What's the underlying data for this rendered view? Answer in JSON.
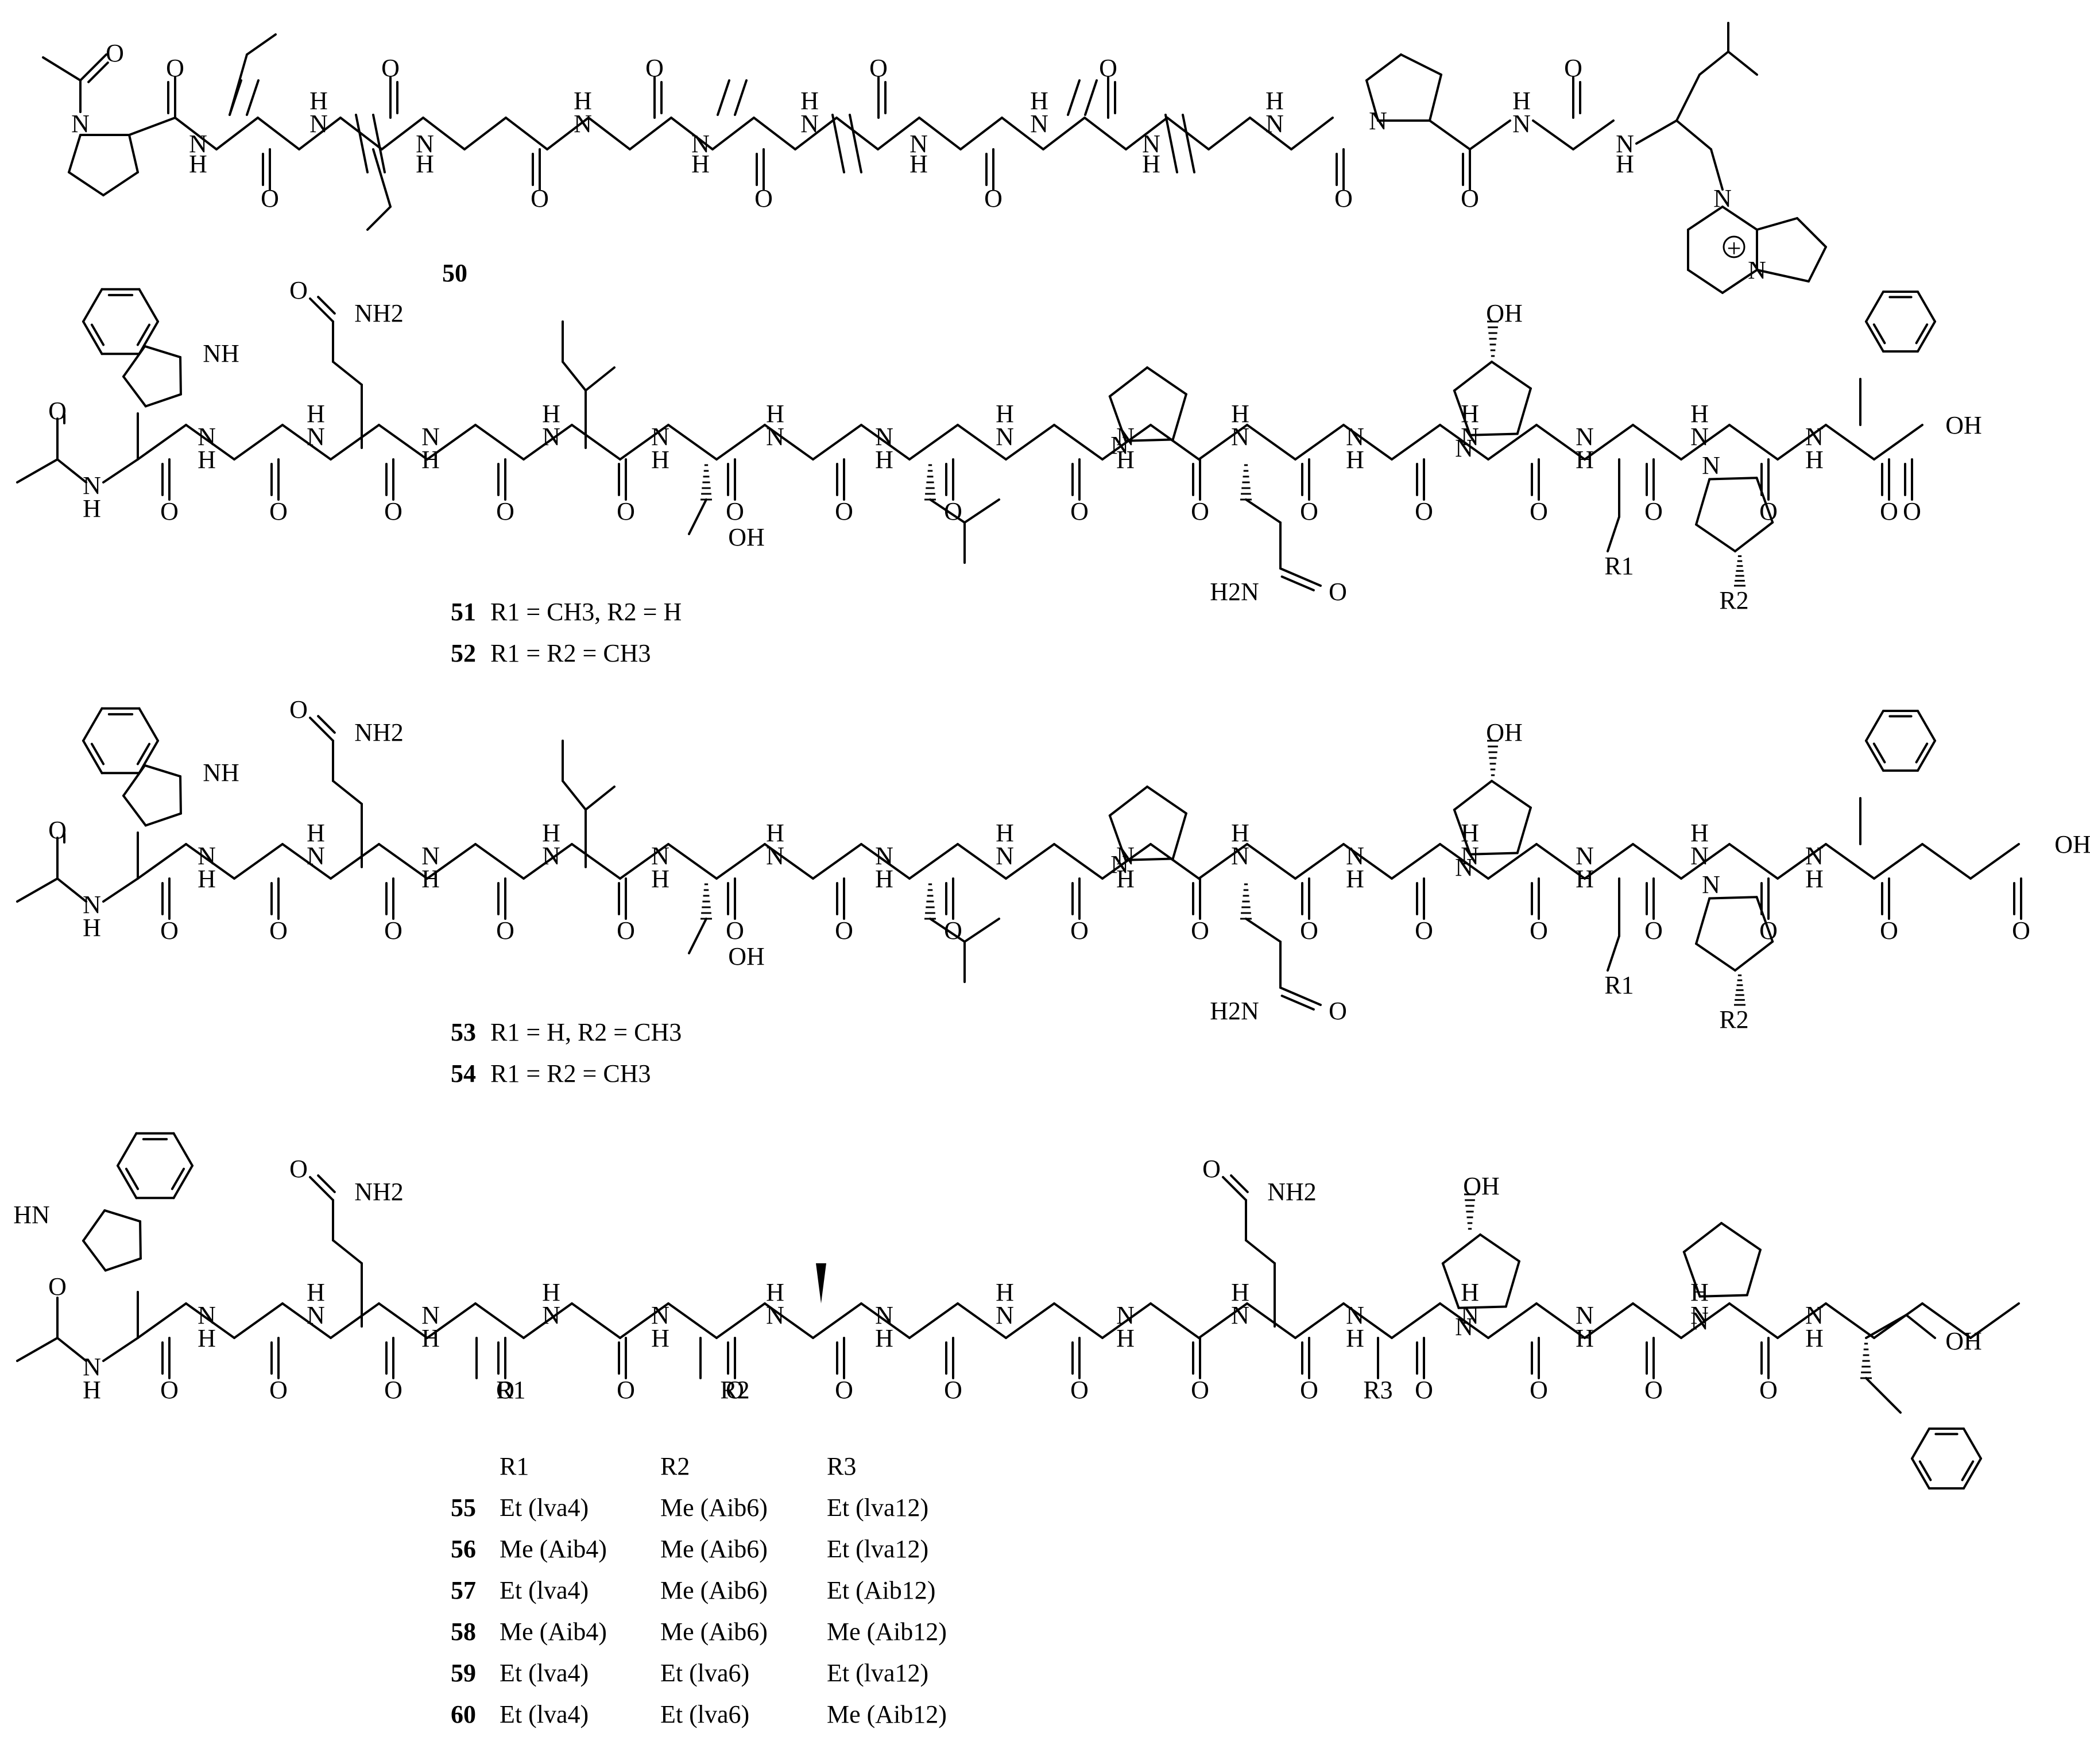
{
  "compounds": {
    "c50": {
      "number": "50"
    },
    "c51": {
      "number": "51",
      "desc": "R1 = CH3, R2 = H"
    },
    "c52": {
      "number": "52",
      "desc": "R1 = R2 = CH3"
    },
    "c53": {
      "number": "53",
      "desc": "R1 = H, R2 = CH3"
    },
    "c54": {
      "number": "54",
      "desc": "R1 = R2 = CH3"
    }
  },
  "table": {
    "headers": [
      "R1",
      "R2",
      "R3"
    ],
    "rows": [
      {
        "id": "55",
        "r1": "Et (lva4)",
        "r2": "Me (Aib6)",
        "r3": "Et (lva12)"
      },
      {
        "id": "56",
        "r1": "Me (Aib4)",
        "r2": "Me (Aib6)",
        "r3": "Et (lva12)"
      },
      {
        "id": "57",
        "r1": "Et (lva4)",
        "r2": "Me (Aib6)",
        "r3": "Et (Aib12)"
      },
      {
        "id": "58",
        "r1": "Me (Aib4)",
        "r2": "Me (Aib6)",
        "r3": "Me (Aib12)"
      },
      {
        "id": "59",
        "r1": "Et (lva4)",
        "r2": "Et (lva6)",
        "r3": "Et (lva12)"
      },
      {
        "id": "60",
        "r1": "Et (lva4)",
        "r2": "Et (lva6)",
        "r3": "Me (Aib12)"
      }
    ]
  },
  "atoms": {
    "N": "N",
    "NH": "NH",
    "H": "H",
    "O": "O",
    "OH": "OH",
    "NH2": "NH2",
    "H2N": "H2N",
    "HN": "HN",
    "R1": "R1",
    "R2": "R2",
    "R3": "R3",
    "plus": "+"
  }
}
